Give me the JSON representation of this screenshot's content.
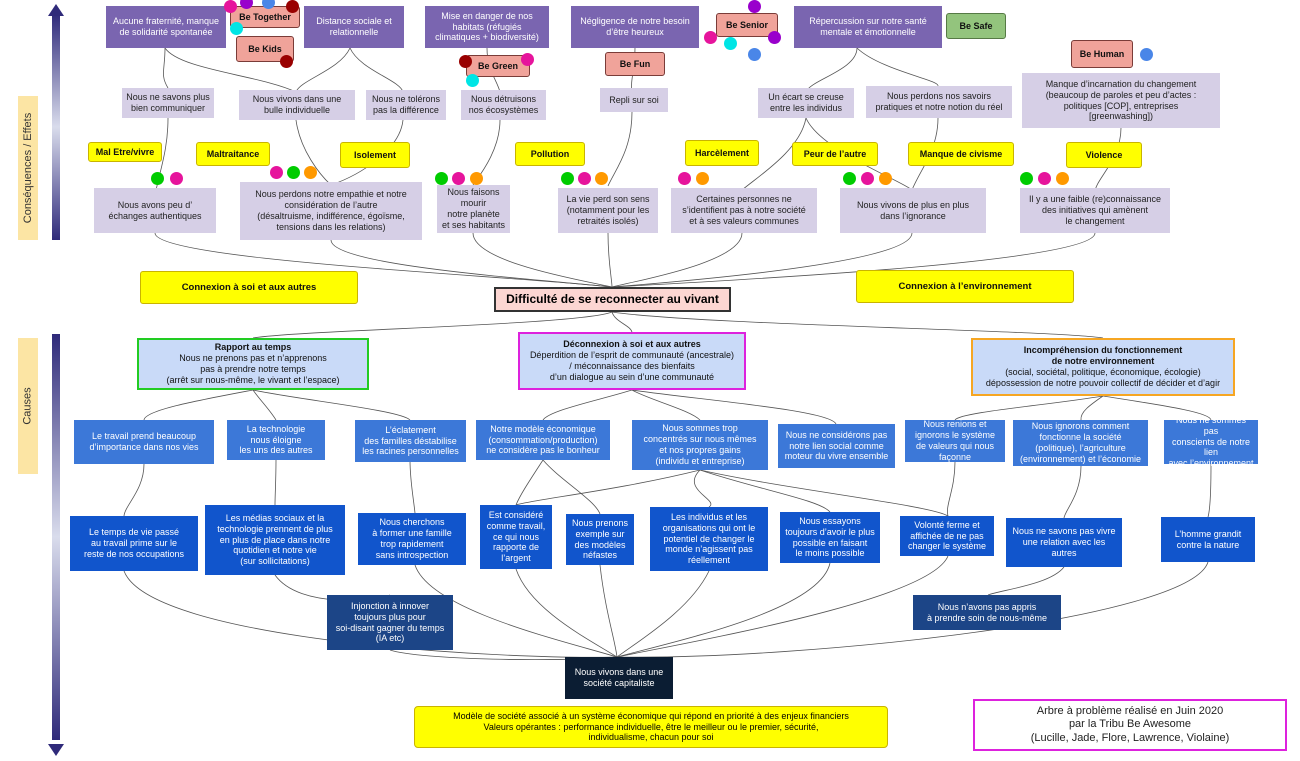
{
  "side": {
    "effects": "Conséquences / Effets",
    "causes": "Causes"
  },
  "tags": {
    "be_together": "Be Together",
    "be_kids": "Be Kids",
    "be_green": "Be Green",
    "be_fun": "Be Fun",
    "be_senior": "Be Senior",
    "be_safe": "Be Safe",
    "be_human": "Be Human"
  },
  "top": [
    "Aucune fraternité, manque\nde solidarité spontanée",
    "Distance sociale et\nrelationnelle",
    "Mise en danger de nos\nhabitats (réfugiés\nclimatiques + biodiversité)",
    "Négligence de notre besoin\nd’être heureux",
    "Répercussion sur notre santé\nmentale et émotionnelle"
  ],
  "mid": [
    "Nous ne savons plus\nbien communiquer",
    "Nous vivons dans une\nbulle individuelle",
    "Nous ne tolérons\npas la différence",
    "Nous détruisons\nnos écosystèmes",
    "Repli sur soi",
    "Un écart se creuse\nentre les individus",
    "Nous perdons nos savoirs\npratiques et notre notion du réel",
    "Manque d’incarnation du changement\n(beaucoup de paroles et peu d’actes :\npolitiques [COP], entreprises\n[greenwashing])"
  ],
  "effect_tags": [
    "Mal Etre/vivre",
    "Maltraitance",
    "Isolement",
    "Pollution",
    "Harcèlement",
    "Peur de l’autre",
    "Manque de civisme",
    "Violence"
  ],
  "effects": [
    "Nous avons peu d’\néchanges authentiques",
    "Nous perdons notre empathie et notre\nconsidération de l’autre\n(désaltruisme, indifférence, égoïsme,\ntensions dans les relations)",
    "Nous faisons mourir\nnotre planète\net ses habitants",
    "La vie perd son sens\n(notamment pour les\nretraités isolés)",
    "Certaines personnes ne\ns’identifient pas à notre société\net à ses valeurs communes",
    "Nous vivons de plus en plus\ndans l’ignorance",
    "Il y a une faible (re)connaissance\ndes initiatives qui amènent\nle changement"
  ],
  "center": {
    "left_conn": "Connexion à soi et aux autres",
    "main": "Difficulté de se reconnecter au vivant",
    "right_conn": "Connexion à l’environnement"
  },
  "causes_main": [
    {
      "title": "Rapport au temps",
      "text": "Nous ne prenons pas et n’apprenons\npas à prendre notre temps\n(arrêt sur nous-même, le vivant et l’espace)"
    },
    {
      "title": "Déconnexion à soi et aux autres",
      "text": "Déperdition de l’esprit de communauté (ancestrale)\n/ méconnaissance des bienfaits\nd’un dialogue au sein d’une communauté"
    },
    {
      "title": "Incompréhension du fonctionnement\nde notre environnement",
      "text": "(social, sociétal, politique, économique, écologie)\ndépossession de notre pouvoir collectif de décider et d’agir"
    }
  ],
  "causes_l2": [
    "Le travail prend beaucoup\nd’importance dans nos vies",
    "La technologie\nnous éloigne\nles uns des autres",
    "L’éclatement\ndes familles déstabilise\nles racines personnelles",
    "Notre modèle économique\n(consommation/production)\nne considère pas le bonheur",
    "Nous sommes trop\nconcentrés sur nous mêmes\net nos propres gains\n(individu et entreprise)",
    "Nous ne considérons pas\nnotre lien social comme\nmoteur du vivre ensemble",
    "Nous renions et\nignorons le système\nde valeurs qui nous\nfaçonne",
    "Nous ignorons comment\nfonctionne la société\n(politique), l’agriculture\n(environnement) et l’économie",
    "Nous ne sommes pas\nconscients de notre lien\navec l’environnement"
  ],
  "causes_l3": [
    "Le temps de vie passé\nau travail prime sur le\nreste de nos occupations",
    "Les médias sociaux et la\ntechnologie prennent de plus\nen plus de place dans notre\nquotidien et notre vie\n(sur sollicitations)",
    "Nous cherchons\nà former une famille\ntrop rapidement\nsans introspection",
    "Est considéré\ncomme travail,\nce qui nous\nrapporte de\nl’argent",
    "Nous prenons\nexemple sur\ndes modèles\nnéfastes",
    "Les individus et les\norganisations qui ont le\npotentiel de changer le\nmonde n’agissent pas\nréellement",
    "Nous essayons\ntoujours d’avoir le plus\npossible en faisant\nle moins possible",
    "Volonté ferme et\naffichée de ne pas\nchanger le système",
    "Nous ne savons pas vivre\nune relation avec les autres",
    "L’homme grandit\ncontre la nature"
  ],
  "causes_l4": [
    "Injonction à innover\ntoujours plus pour\nsoi-disant gagner du temps\n(IA etc)",
    "Nous n’avons pas appris\nà prendre soin de nous-même"
  ],
  "root": "Nous vivons dans une\nsociété capitaliste",
  "model": "Modèle de société associé à un système économique qui répond en priorité à des enjeux financiers\nValeurs opérantes : performance individuelle, être le meilleur ou le premier, sécurité,\nindividualisme, chacun pour soi",
  "credit": "Arbre à problème réalisé en Juin 2020\npar la Tribu Be Awesome\n(Lucille, Jade, Flore, Lawrence, Violaine)",
  "colors": {
    "pink_dot": "#e6149c",
    "green_dot": "#00cc00",
    "orange_dot": "#ff9900",
    "purple_dot": "#9900cc",
    "blue_dot": "#4a86e8",
    "cyan_dot": "#00e5e5",
    "darkred_dot": "#990000"
  }
}
